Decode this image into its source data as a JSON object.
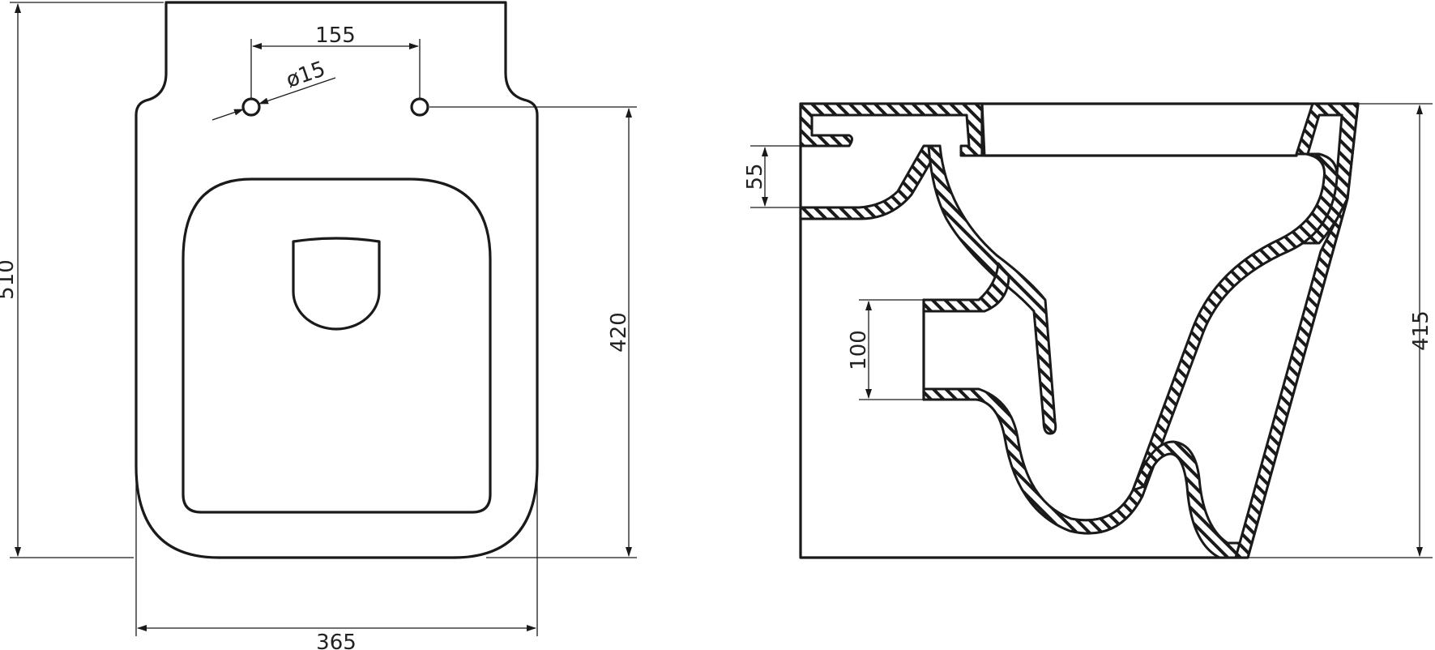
{
  "drawing": {
    "top_view": {
      "dimensions": {
        "hole_spacing": "155",
        "hole_diameter": "ø15",
        "overall_length": "510",
        "seat_length": "420",
        "width": "365"
      }
    },
    "side_section": {
      "dimensions": {
        "flush_inlet_height": "55",
        "outlet_height": "100",
        "overall_height": "415"
      }
    }
  }
}
